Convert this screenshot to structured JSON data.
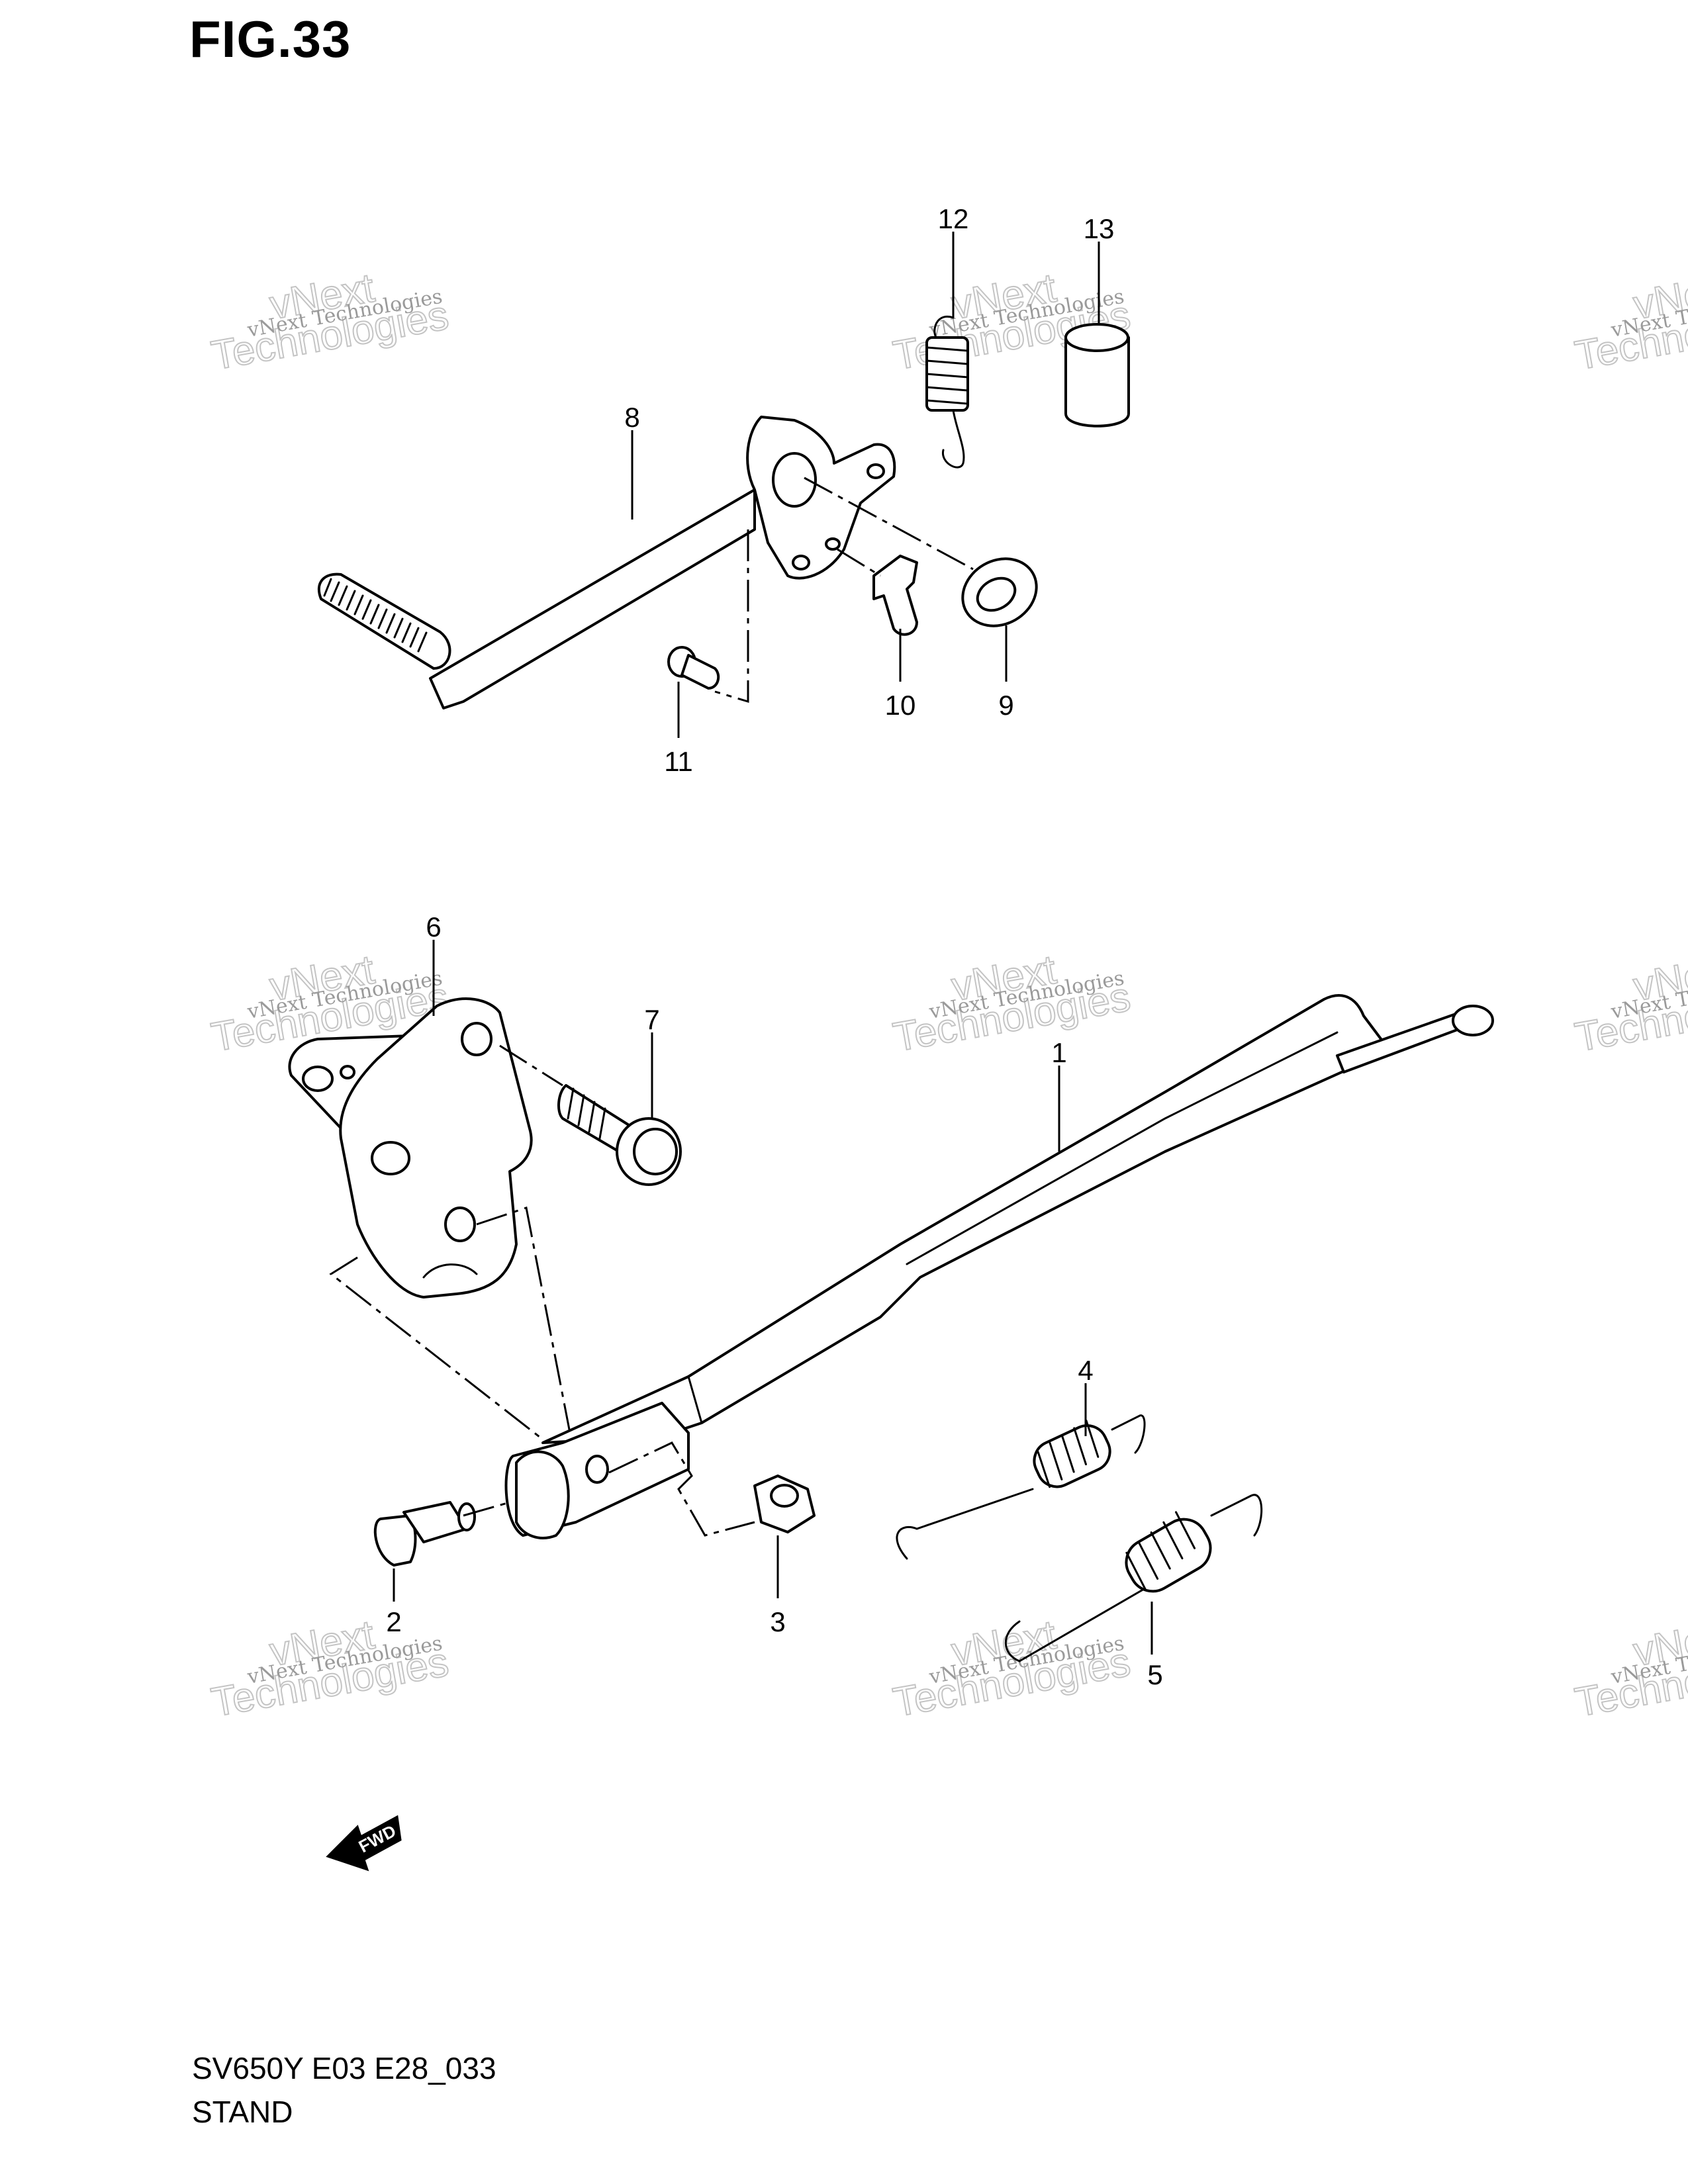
{
  "figure": {
    "title": "FIG.33",
    "code": "SV650Y E03 E28_033",
    "name": "STAND"
  },
  "callouts": [
    "1",
    "2",
    "3",
    "4",
    "5",
    "6",
    "7",
    "8",
    "9",
    "10",
    "11",
    "12",
    "13"
  ],
  "watermark": {
    "line1": "vNext Technologies",
    "line2": "vNext",
    "line3": "Technologies"
  },
  "fwd_label": "FWD"
}
